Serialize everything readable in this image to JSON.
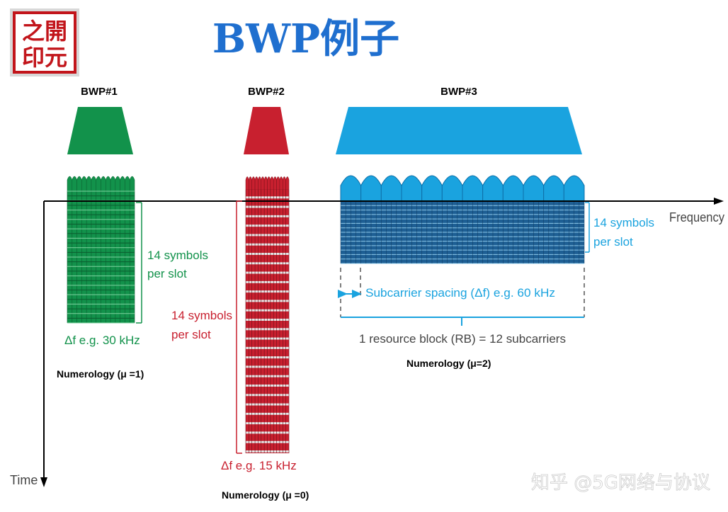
{
  "title": "BWP例子",
  "logo": {
    "text_top": "之開",
    "text_bottom": "印元",
    "color": "#c2151b"
  },
  "axes": {
    "frequency_label": "Frequency",
    "time_label": "Time"
  },
  "bwp1": {
    "label": "BWP#1",
    "symbols_label_line1": "14 symbols",
    "symbols_label_line2": "per slot",
    "delta_f_label": "Δf e.g. 30 kHz",
    "numerology_label": "Numerology (μ =1)",
    "color": "#12924b"
  },
  "bwp2": {
    "label": "BWP#2",
    "symbols_label_line1": "14 symbols",
    "symbols_label_line2": "per slot",
    "delta_f_label": "Δf e.g. 15 kHz",
    "numerology_label": "Numerology (μ =0)",
    "color": "#c8202f"
  },
  "bwp3": {
    "label": "BWP#3",
    "symbols_label_line1": "14 symbols",
    "symbols_label_line2": "per slot",
    "subcarrier_spacing_label": "Subcarrier spacing (Δf) e.g. 60 kHz",
    "rb_label": "1 resource block (RB) = 12 subcarriers",
    "numerology_label": "Numerology (μ=2)",
    "color": "#1aa3df",
    "grid_color": "#1e5f94"
  },
  "watermark": "知乎 @5G网络与协议"
}
